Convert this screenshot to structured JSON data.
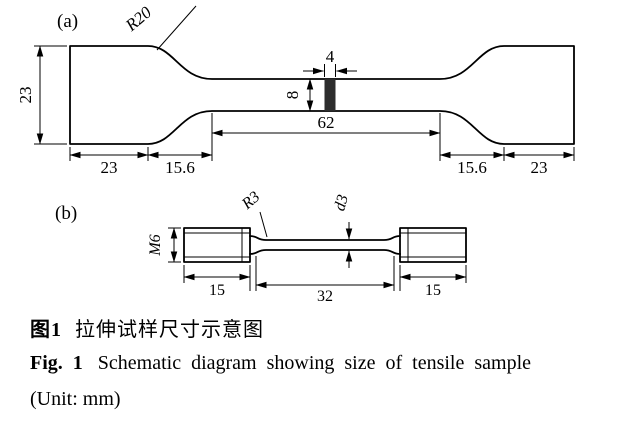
{
  "figure": {
    "colors": {
      "line": "#000000",
      "bar_fill": "#2d2d2d",
      "background": "#ffffff"
    },
    "part_a": {
      "label": "(a)",
      "fillet_radius": "R20",
      "grip_height": "23",
      "mark_width": "4",
      "gauge_height": "8",
      "gauge_length": "62",
      "dim_grip_left": "23",
      "dim_fillet_left": "15.6",
      "dim_fillet_right": "15.6",
      "dim_grip_right": "23"
    },
    "part_b": {
      "label": "(b)",
      "fillet_radius": "R3",
      "gauge_diameter": "d3",
      "thread_spec": "M6",
      "dim_grip_left": "15",
      "dim_gauge": "32",
      "dim_grip_right": "15"
    },
    "caption": {
      "zh_label": "图1",
      "zh_text": "拉伸试样尺寸示意图",
      "en_label": "Fig. 1",
      "en_text": "Schematic diagram showing size of tensile sample",
      "unit": "(Unit: mm)"
    }
  }
}
